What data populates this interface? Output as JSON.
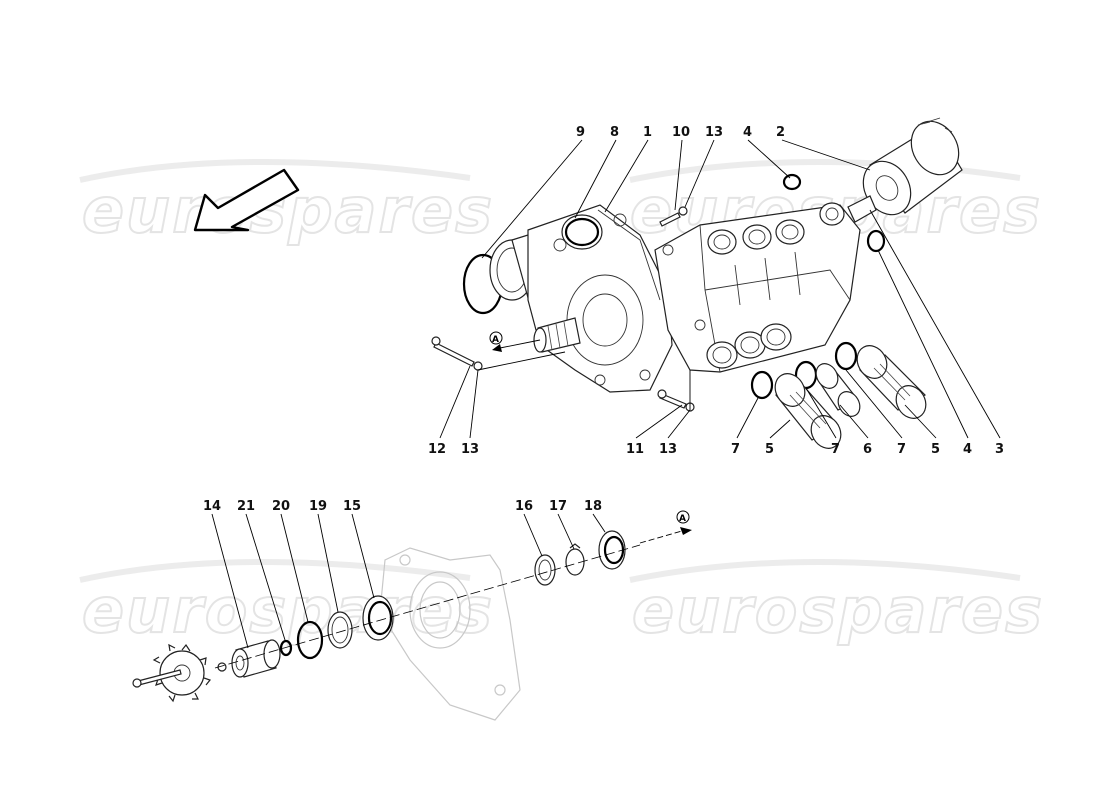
{
  "watermarks": [
    "eurospares",
    "eurospares",
    "eurospares",
    "eurospares"
  ],
  "view_marker": "A",
  "callouts_top": [
    {
      "num": "9"
    },
    {
      "num": "8"
    },
    {
      "num": "1"
    },
    {
      "num": "10"
    },
    {
      "num": "13"
    },
    {
      "num": "4"
    },
    {
      "num": "2"
    }
  ],
  "callouts_mid": [
    {
      "num": "12"
    },
    {
      "num": "13"
    },
    {
      "num": "11"
    },
    {
      "num": "13"
    },
    {
      "num": "7"
    },
    {
      "num": "5"
    },
    {
      "num": "7"
    },
    {
      "num": "6"
    },
    {
      "num": "7"
    },
    {
      "num": "5"
    },
    {
      "num": "4"
    },
    {
      "num": "3"
    }
  ],
  "callouts_bottom": [
    {
      "num": "14"
    },
    {
      "num": "21"
    },
    {
      "num": "20"
    },
    {
      "num": "19"
    },
    {
      "num": "15"
    },
    {
      "num": "16"
    },
    {
      "num": "17"
    },
    {
      "num": "18"
    }
  ]
}
